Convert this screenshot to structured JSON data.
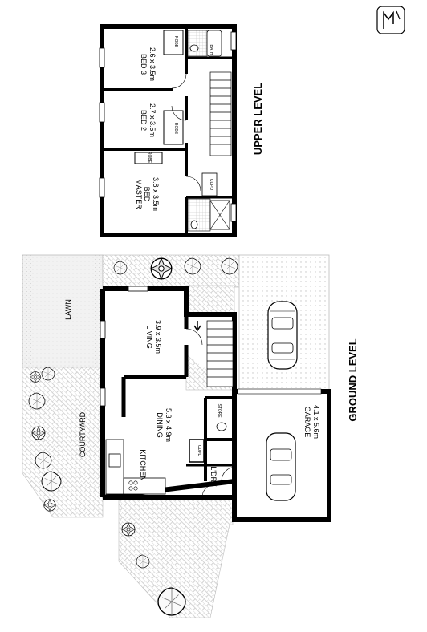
{
  "levels": {
    "upper": "UPPER LEVEL",
    "ground": "GROUND LEVEL"
  },
  "rooms": {
    "bed3": {
      "name": "BED 3",
      "size": "2.6 x 3.5m"
    },
    "bed2": {
      "name": "BED 2",
      "size": "2.7 x 3.5m"
    },
    "master": {
      "name1": "MASTER",
      "name2": "BED",
      "size": "3.8 x 3.5m"
    },
    "living": {
      "name": "LIVING",
      "size": "3.9 x 3.5m"
    },
    "dining": {
      "name": "DINING",
      "size": "5.3 x 4.9m"
    },
    "garage": {
      "name": "GARAGE",
      "size": "4.1 x 5.6m"
    },
    "kitchen": "KITCHEN",
    "laundry": "L'DRY",
    "courtyard": "COURTYARD",
    "lawn": "LAWN",
    "store": "STORE",
    "cupd_ground": "CUPD",
    "cupd_upper": "CUPD",
    "robe_bed3": "ROBE",
    "robe_bed2": "ROBE",
    "robe_master": "ROBE",
    "bath": "BATH"
  },
  "colors": {
    "wall": "#000000",
    "paving": "#c8c8c8",
    "lawn": "#e9e9e9",
    "driveway": "#d8d8d8"
  }
}
